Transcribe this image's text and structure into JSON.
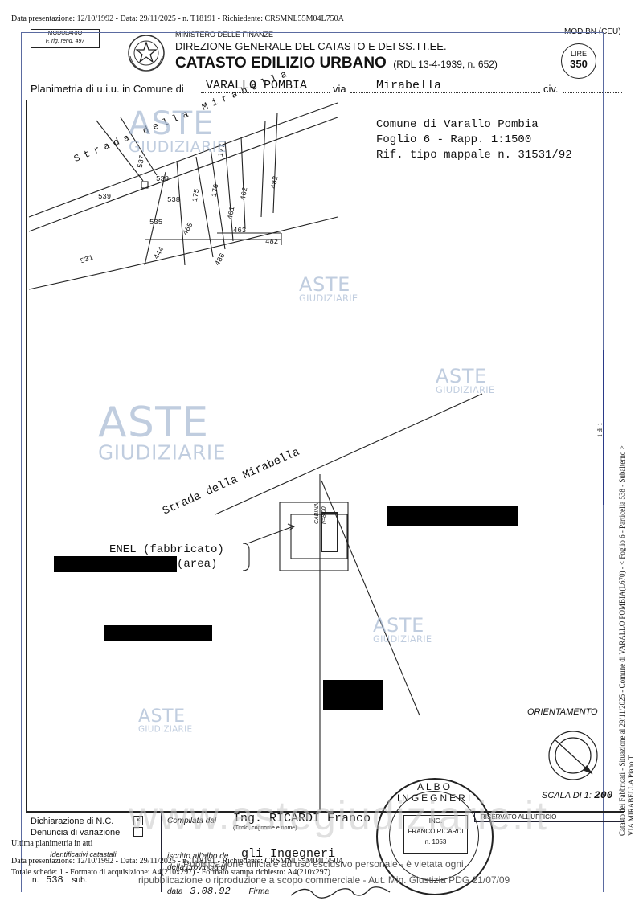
{
  "top_meta": "Data presentazione: 12/10/1992 - Data: 29/11/2025 - n. T18191 - Richiedente: CRSMNL55M04L750A",
  "modulario": {
    "line1": "MODULARIO",
    "line2": "F. rig. rend. 497"
  },
  "header": {
    "ministry": "MINISTERO DELLE FINANZE",
    "direction": "DIREZIONE GENERALE DEL CATASTO E DEI SS.TT.EE.",
    "title": "CATASTO EDILIZIO URBANO",
    "subtitle": "(RDL 13-4-1939, n. 652)",
    "mod": "MOD BN (CEU)",
    "lire_label": "LIRE",
    "lire_value": "350"
  },
  "planimetria": {
    "prefix": "Planimetria di u.i.u. in Comune di",
    "comune": "VARALLO POMBIA",
    "via_label": "via",
    "via": "Mirabella",
    "civ_label": "civ."
  },
  "map_info": {
    "line1": "Comune di Varallo Pombia",
    "line2": "Foglio 6 - Rapp. 1:1500",
    "line3": "Rif. tipo mappale n. 31531/92"
  },
  "parcels": {
    "p539": "539",
    "p538": "538",
    "p538b": "538",
    "p535": "535",
    "p444": "444",
    "p465": "465",
    "p486": "486",
    "p463": "463",
    "p482": "482",
    "p531": "531",
    "p175": "175",
    "p176": "176",
    "p177": "177",
    "p461": "461",
    "p462": "462",
    "p482b": "482",
    "p537": "537",
    "road_top": "Strada della Mirabella"
  },
  "plan": {
    "road": "Strada della Mirabella",
    "cabina": "CABINA",
    "cabina_h": "h=8.00",
    "enel": "ENEL (fabbricato)",
    "area": "(area)"
  },
  "orientamento": "ORIENTAMENTO",
  "scala": {
    "label": "SCALA DI 1:",
    "value": "200"
  },
  "side_text": "Catasto dei Fabbricati - Situazione al 29/11/2025 - Comune di VARALLO POMBIA(L670) - < Foglio 6 - Particella 538 - Subalterno >",
  "side_text2": "VIA MIRABELLA Piano T",
  "side_right_label": "1 di 1",
  "footer": {
    "dich_nc": "Dichiarazione di N.C.",
    "denuncia": "Denuncia di variazione",
    "identificativi": "Identificativi catastali",
    "ultima": "Ultima planimetria in atti",
    "n_label": "n.",
    "n_value": "538",
    "sub_label": "sub.",
    "compilata_label": "Compilata dal",
    "compilata_value": "Ing. RICARDI Franco",
    "titolo": "(Titolo, cognome e nome)",
    "iscritto_label": "iscritto all'albo de",
    "iscritto_value": "gli Ingegneri",
    "provincia_label": "della provincia di",
    "data_label": "data",
    "data_value": "3.08.92",
    "firma_label": "Firma",
    "riservato": "RISERVATO ALL'UFFICIO",
    "bottom_meta1": "Data presentazione: 12/10/1992 - Data: 29/11/2025 - n. T18191 - Richiedente: CRSMNL55M04L750A",
    "bottom_meta2": "Totale schede: 1 - Formato di acquisizione: A4(210x297) - Formato stampa richiesto: A4(210x297)"
  },
  "stamp": {
    "ring": "ALBO INGEGNERI",
    "name1": "ING.",
    "name2": "FRANCO RICARDI",
    "number": "n. 1053"
  },
  "disclaimer": {
    "site": "www.astegiudiziarie.it",
    "line1": "Pubblicazione ufficiale ad uso esclusivo personale - è vietata ogni",
    "line2": "ripubblicazione o riproduzione a scopo commerciale - Aut. Min. Giustizia PDG 21/07/09"
  },
  "watermark": {
    "a": "ASTE",
    "g": "GIUDIZIARIE"
  }
}
